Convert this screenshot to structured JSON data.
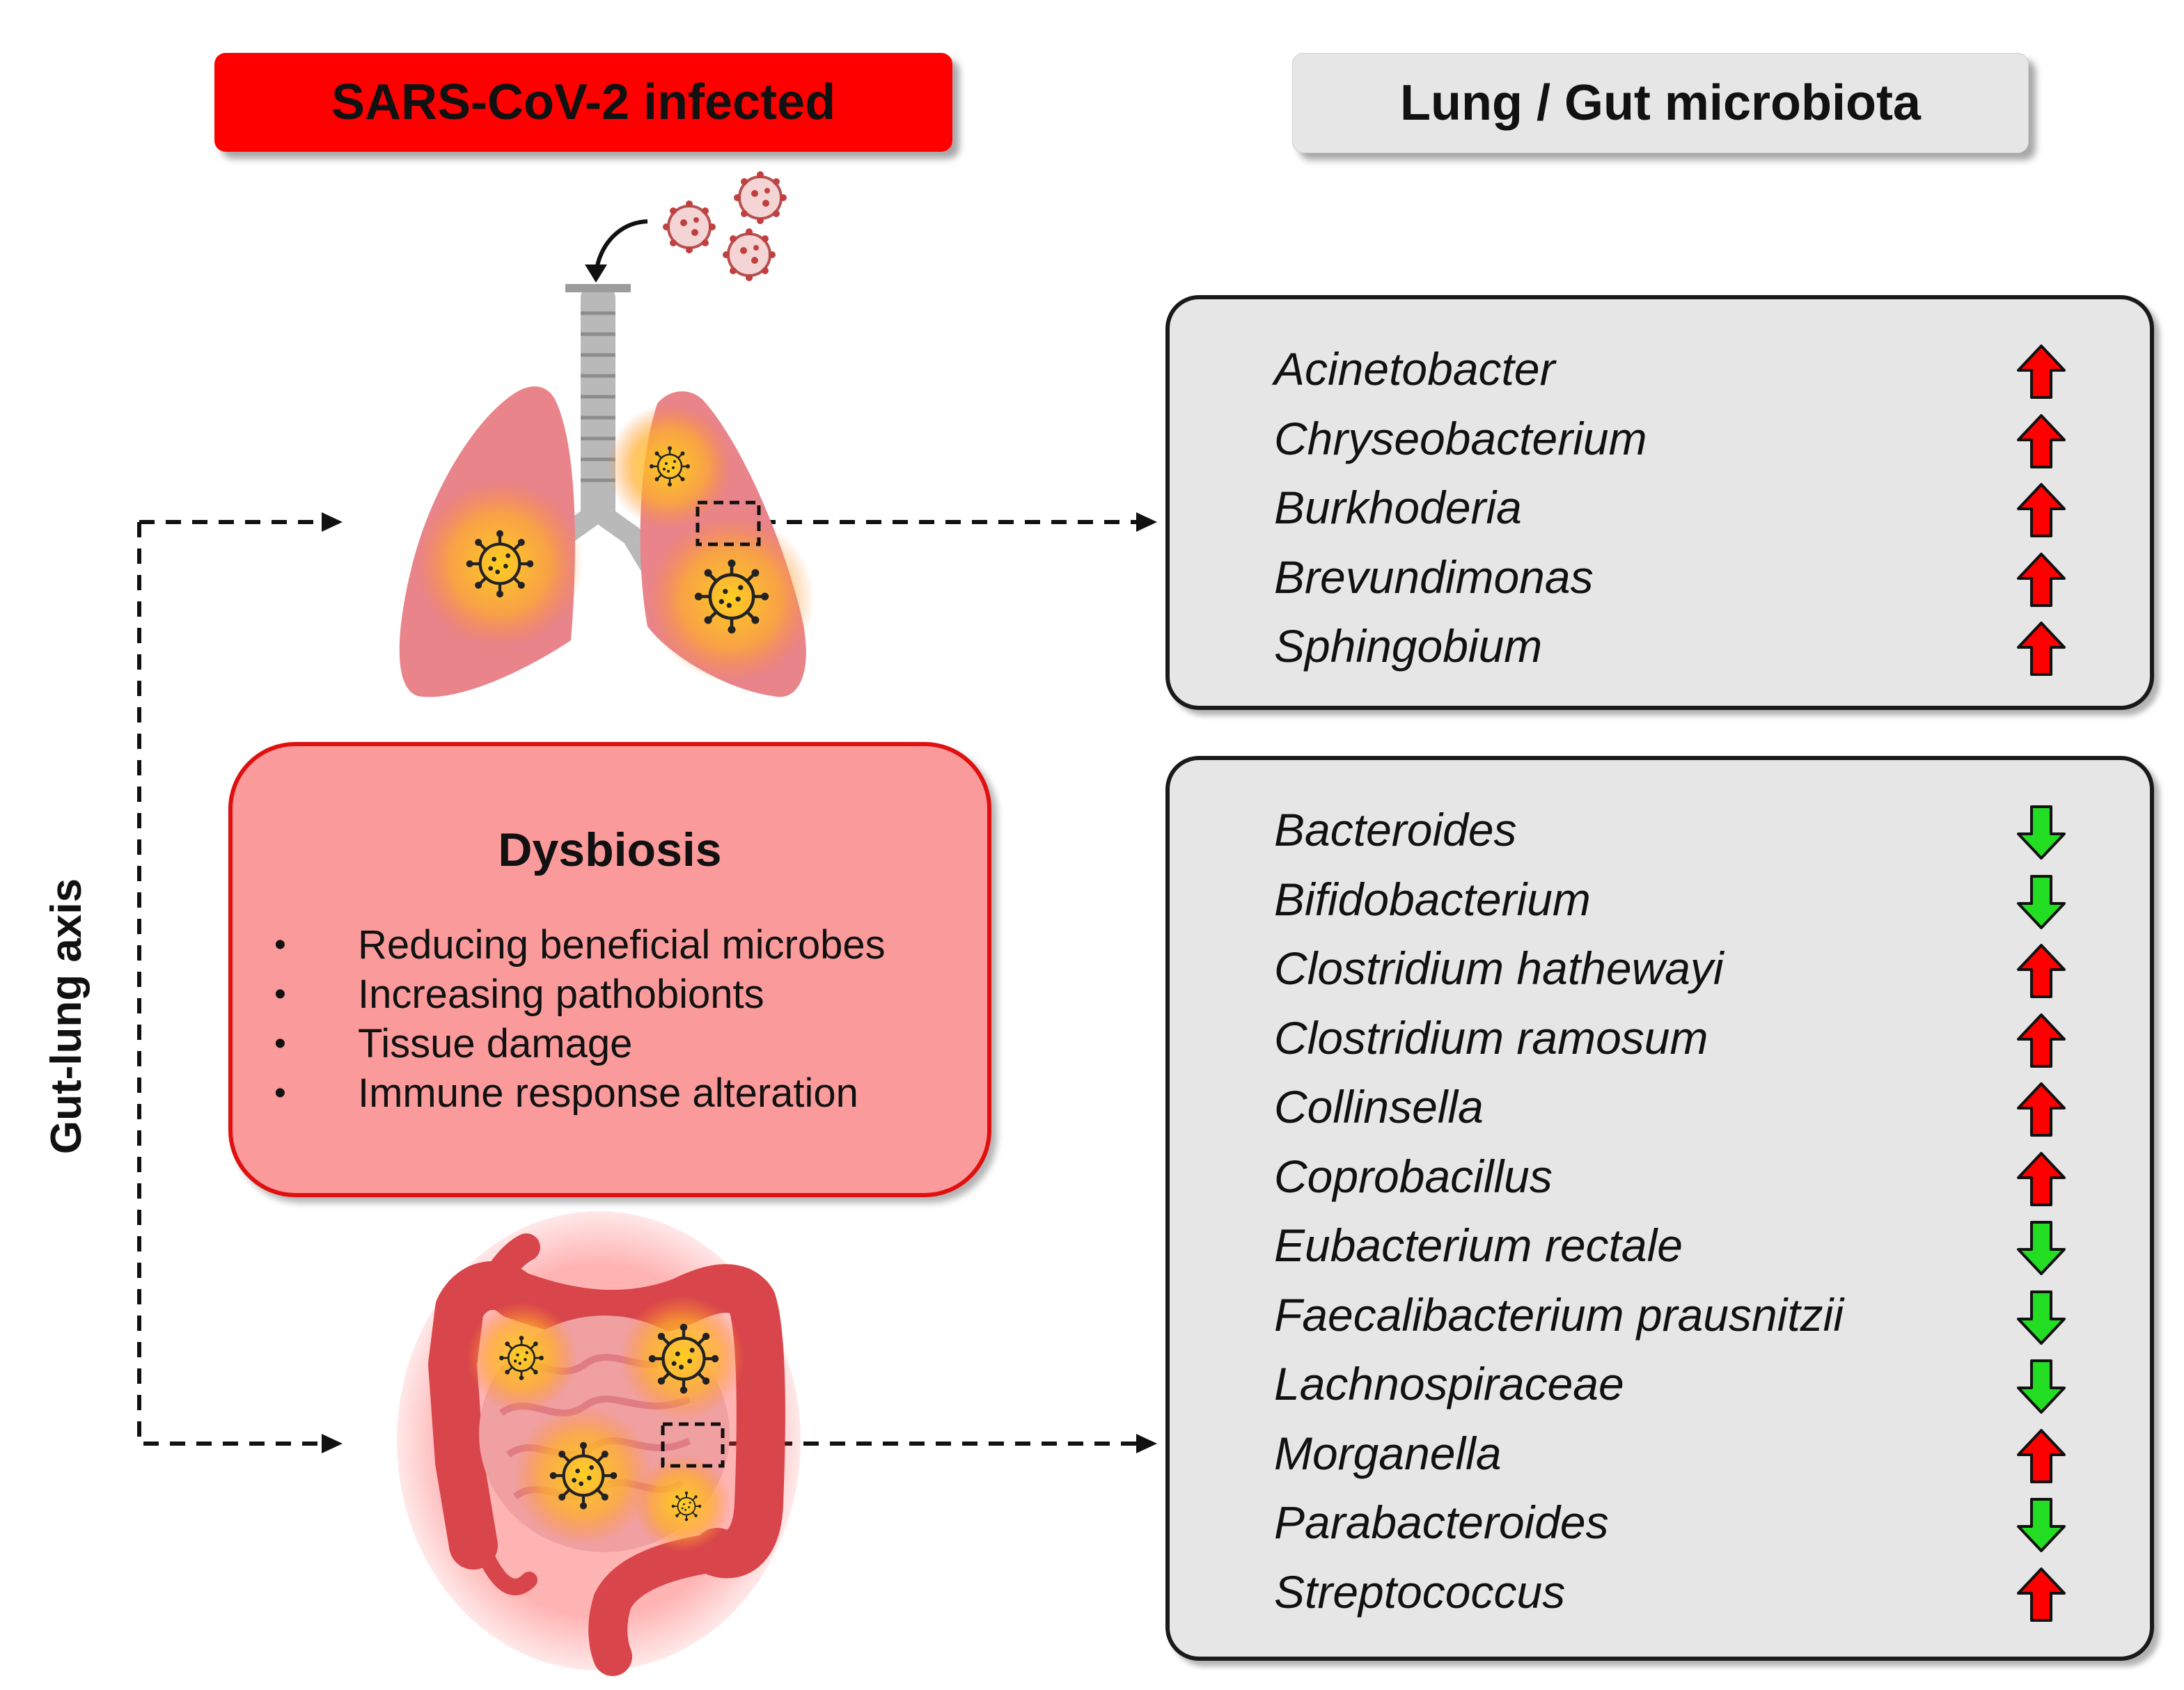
{
  "headers": {
    "infected": "SARS-CoV-2 infected",
    "microbiota": "Lung / Gut microbiota"
  },
  "axis_label": "Gut-lung axis",
  "dysbiosis": {
    "title": "Dysbiosis",
    "bullet": "•",
    "items": [
      "Reducing beneficial microbes",
      "Increasing pathobionts",
      "Tissue damage",
      "Immune response alteration"
    ]
  },
  "lung_taxa": [
    {
      "name": "Acinetobacter",
      "trend": "up"
    },
    {
      "name": "Chryseobacterium",
      "trend": "up"
    },
    {
      "name": "Burkhoderia",
      "trend": "up"
    },
    {
      "name": "Brevundimonas",
      "trend": "up"
    },
    {
      "name": "Sphingobium",
      "trend": "up"
    }
  ],
  "gut_taxa": [
    {
      "name": "Bacteroides",
      "trend": "down"
    },
    {
      "name": "Bifidobacterium",
      "trend": "down"
    },
    {
      "name": "Clostridium hathewayi",
      "trend": "up"
    },
    {
      "name": "Clostridium ramosum",
      "trend": "up"
    },
    {
      "name": "Collinsella",
      "trend": "up"
    },
    {
      "name": "Coprobacillus",
      "trend": "up"
    },
    {
      "name": "Eubacterium rectale",
      "trend": "down"
    },
    {
      "name": "Faecalibacterium prausnitzii",
      "trend": "down"
    },
    {
      "name": "Lachnospiraceae",
      "trend": "down"
    },
    {
      "name": "Morganella",
      "trend": "up"
    },
    {
      "name": "Parabacteroides",
      "trend": "down"
    },
    {
      "name": "Streptococcus",
      "trend": "up"
    }
  ],
  "colors": {
    "up_arrow": "#ff0000",
    "down_arrow": "#22dd22",
    "infected_header": "#ff0000",
    "dysbiosis_fill": "#fa9a9a",
    "dysbiosis_border": "#e01010",
    "box_fill": "#e6e6e6"
  },
  "icons": {
    "lungs": "lungs-illustration-icon",
    "intestine": "intestine-illustration-icon",
    "virus": "virus-icon",
    "up": "up-arrow-icon",
    "down": "down-arrow-icon"
  }
}
